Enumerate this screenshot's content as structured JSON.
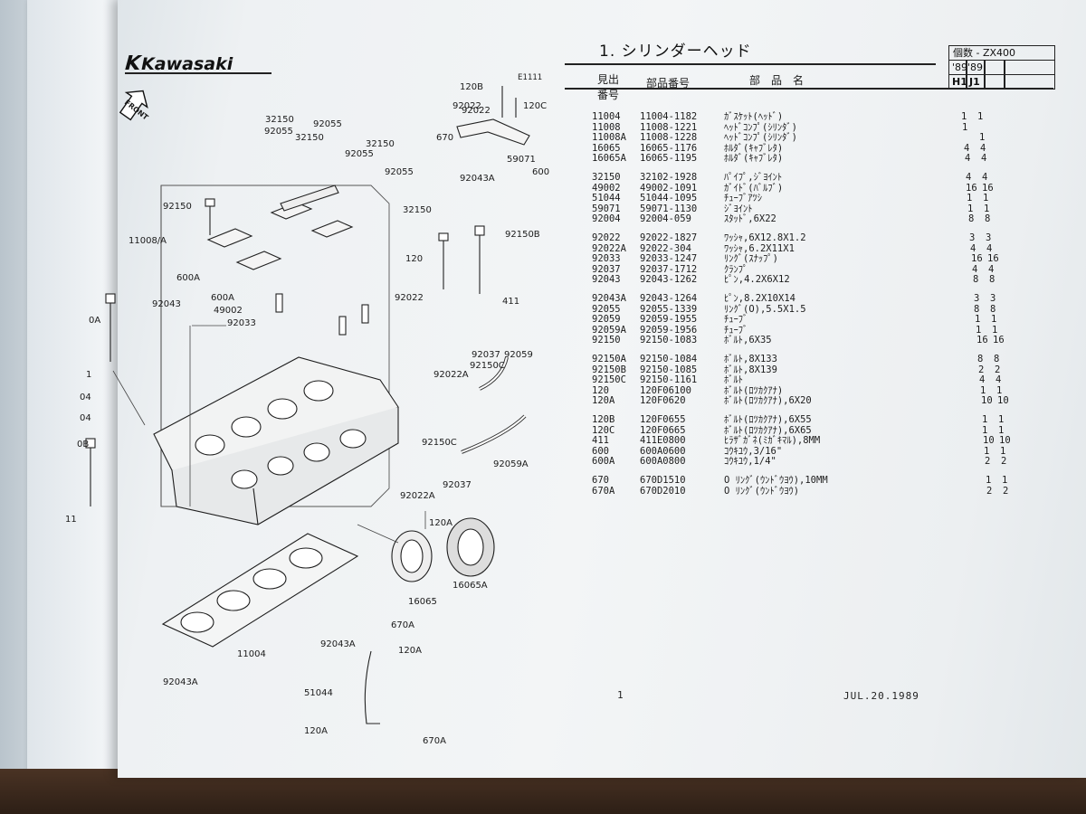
{
  "brand": {
    "mark": "K",
    "name": "Kawasaki"
  },
  "figure": {
    "code": "E1111",
    "front_label": "FRONT"
  },
  "section_title": "1. シリンダーヘッド",
  "headers": {
    "ref_no_line1": "見出",
    "ref_no_line2": "番号",
    "part_no": "部品番号",
    "part_name": "部　品　名",
    "qty_label": "個数 - ZX400",
    "years": [
      "'89",
      "'89"
    ],
    "models": [
      "H1",
      "J1"
    ]
  },
  "parts": [
    {
      "ref": "11004",
      "pn": "11004-1182",
      "desc": "ｶﾞｽｹｯﾄ(ﾍｯﾄﾞ)",
      "q1": "1",
      "q2": "1"
    },
    {
      "ref": "11008",
      "pn": "11008-1221",
      "desc": "ﾍｯﾄﾞｺﾝﾌﾟ(ｼﾘﾝﾀﾞ)",
      "q1": "1",
      "q2": ""
    },
    {
      "ref": "11008A",
      "pn": "11008-1228",
      "desc": "ﾍｯﾄﾞｺﾝﾌﾟ(ｼﾘﾝﾀﾞ)",
      "q1": "",
      "q2": "1"
    },
    {
      "ref": "16065",
      "pn": "16065-1176",
      "desc": "ﾎﾙﾀﾞ(ｷｬﾌﾞﾚﾀ)",
      "q1": "4",
      "q2": "4"
    },
    {
      "ref": "16065A",
      "pn": "16065-1195",
      "desc": "ﾎﾙﾀﾞ(ｷｬﾌﾞﾚﾀ)",
      "q1": "4",
      "q2": "4"
    },
    {
      "ref": "32150",
      "pn": "32102-1928",
      "desc": "ﾊﾟｲﾌﾟ,ｼﾞﾖｲﾝﾄ",
      "q1": "4",
      "q2": "4"
    },
    {
      "ref": "49002",
      "pn": "49002-1091",
      "desc": "ｶﾞｲﾄﾞ(ﾊﾞﾙﾌﾞ)",
      "q1": "16",
      "q2": "16"
    },
    {
      "ref": "51044",
      "pn": "51044-1095",
      "desc": "ﾁｭｰﾌﾞｱﾂｼ",
      "q1": "1",
      "q2": "1"
    },
    {
      "ref": "59071",
      "pn": "59071-1130",
      "desc": "ｼﾞﾖｲﾝﾄ",
      "q1": "1",
      "q2": "1"
    },
    {
      "ref": "92004",
      "pn": "92004-059",
      "desc": "ｽﾀｯﾄﾞ,6X22",
      "q1": "8",
      "q2": "8"
    },
    {
      "ref": "92022",
      "pn": "92022-1827",
      "desc": "ﾜｯｼｬ,6X12.8X1.2",
      "q1": "3",
      "q2": "3"
    },
    {
      "ref": "92022A",
      "pn": "92022-304",
      "desc": "ﾜｯｼｬ,6.2X11X1",
      "q1": "4",
      "q2": "4"
    },
    {
      "ref": "92033",
      "pn": "92033-1247",
      "desc": "ﾘﾝｸﾞ(ｽﾅｯﾌﾟ)",
      "q1": "16",
      "q2": "16"
    },
    {
      "ref": "92037",
      "pn": "92037-1712",
      "desc": "ｸﾗﾝﾌﾟ",
      "q1": "4",
      "q2": "4"
    },
    {
      "ref": "92043",
      "pn": "92043-1262",
      "desc": "ﾋﾟﾝ,4.2X6X12",
      "q1": "8",
      "q2": "8"
    },
    {
      "ref": "92043A",
      "pn": "92043-1264",
      "desc": "ﾋﾟﾝ,8.2X10X14",
      "q1": "3",
      "q2": "3"
    },
    {
      "ref": "92055",
      "pn": "92055-1339",
      "desc": "ﾘﾝｸﾞ(O),5.5X1.5",
      "q1": "8",
      "q2": "8"
    },
    {
      "ref": "92059",
      "pn": "92059-1955",
      "desc": "ﾁｭｰﾌﾞ",
      "q1": "1",
      "q2": "1"
    },
    {
      "ref": "92059A",
      "pn": "92059-1956",
      "desc": "ﾁｭｰﾌﾞ",
      "q1": "1",
      "q2": "1"
    },
    {
      "ref": "92150",
      "pn": "92150-1083",
      "desc": "ﾎﾞﾙﾄ,6X35",
      "q1": "16",
      "q2": "16"
    },
    {
      "ref": "92150A",
      "pn": "92150-1084",
      "desc": "ﾎﾞﾙﾄ,8X133",
      "q1": "8",
      "q2": "8"
    },
    {
      "ref": "92150B",
      "pn": "92150-1085",
      "desc": "ﾎﾞﾙﾄ,8X139",
      "q1": "2",
      "q2": "2"
    },
    {
      "ref": "92150C",
      "pn": "92150-1161",
      "desc": "ﾎﾞﾙﾄ",
      "q1": "4",
      "q2": "4"
    },
    {
      "ref": "120",
      "pn": "120F06100",
      "desc": "ﾎﾞﾙﾄ(ﾛﾂｶｸｱﾅ)",
      "q1": "1",
      "q2": "1"
    },
    {
      "ref": "120A",
      "pn": "120F0620",
      "desc": "ﾎﾞﾙﾄ(ﾛﾂｶｸｱﾅ),6X20",
      "q1": "10",
      "q2": "10"
    },
    {
      "ref": "120B",
      "pn": "120F0655",
      "desc": "ﾎﾞﾙﾄ(ﾛﾂｶｸｱﾅ),6X55",
      "q1": "1",
      "q2": "1"
    },
    {
      "ref": "120C",
      "pn": "120F0665",
      "desc": "ﾎﾞﾙﾄ(ﾛﾂｶｸｱﾅ),6X65",
      "q1": "1",
      "q2": "1"
    },
    {
      "ref": "411",
      "pn": "411E0800",
      "desc": "ﾋﾗｻﾞｶﾞﾈ(ﾐｶﾞｷﾏﾙ),8MM",
      "q1": "10",
      "q2": "10"
    },
    {
      "ref": "600",
      "pn": "600A0600",
      "desc": "ｺｳｷﾕｳ,3/16\"",
      "q1": "1",
      "q2": "1"
    },
    {
      "ref": "600A",
      "pn": "600A0800",
      "desc": "ｺｳｷﾕｳ,1/4\"",
      "q1": "2",
      "q2": "2"
    },
    {
      "ref": "670",
      "pn": "670D1510",
      "desc": "O ﾘﾝｸﾞ(ｳﾝﾄﾞｳﾖｳ),10MM",
      "q1": "1",
      "q2": "1"
    },
    {
      "ref": "670A",
      "pn": "670D2010",
      "desc": "O ﾘﾝｸﾞ(ｳﾝﾄﾞｳﾖｳ)",
      "q1": "2",
      "q2": "2"
    }
  ],
  "callouts": [
    "120B",
    "92022",
    "120C",
    "92022",
    "670",
    "59071",
    "600",
    "32150",
    "92055",
    "92055",
    "32150",
    "92055",
    "32150",
    "92055",
    "92043A",
    "32150",
    "11008/A",
    "92150",
    "600A",
    "600A",
    "92043",
    "49002",
    "92033",
    "120",
    "92150B",
    "92022",
    "411",
    "0A",
    "92037",
    "92059",
    "92150C",
    "92022A",
    "04",
    "04",
    "0B",
    "11",
    "92150C",
    "92059A",
    "92022A",
    "92037",
    "120A",
    "16065",
    "16065A",
    "11004",
    "670A",
    "92043A",
    "120A",
    "92043A",
    "51044",
    "120A",
    "670A",
    "1"
  ],
  "footer": {
    "page": "1",
    "date": "JUL.20.1989"
  }
}
